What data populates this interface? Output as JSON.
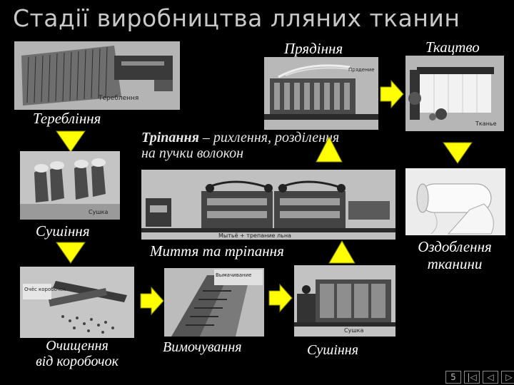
{
  "title": "Стадії виробництва лляних тканин",
  "steps": {
    "prying": "Прядіння",
    "weaving": "Ткацтво",
    "pulling": "Теребління",
    "drying1": "Сушіння",
    "cleaning_line1": "Очищення",
    "cleaning_line2": "від коробочок",
    "soaking": "Вимочування",
    "drying2": "Сушіння",
    "washing": "Миття та тріпання",
    "finishing_line1": "Оздоблення",
    "finishing_line2": "тканини"
  },
  "scutching_note": {
    "term": "Тріпання",
    "rest_line1": " – рихлення, розділення",
    "line2": "на пучки волокон"
  },
  "image_captions": {
    "pulling": "Тереблення",
    "prying": "Прядение",
    "weaving": "Тканье",
    "drying": "Сушка",
    "cleaning": "Очёс коробочек",
    "soaking": "Вымачивание",
    "drying2": "Сушка",
    "washing": "Мытьё + трепание льна"
  },
  "navigation": {
    "slide_number": "5"
  },
  "colors": {
    "arrow_fill": "#ffff00",
    "arrow_stroke": "#8a8a00",
    "background": "#000000"
  }
}
